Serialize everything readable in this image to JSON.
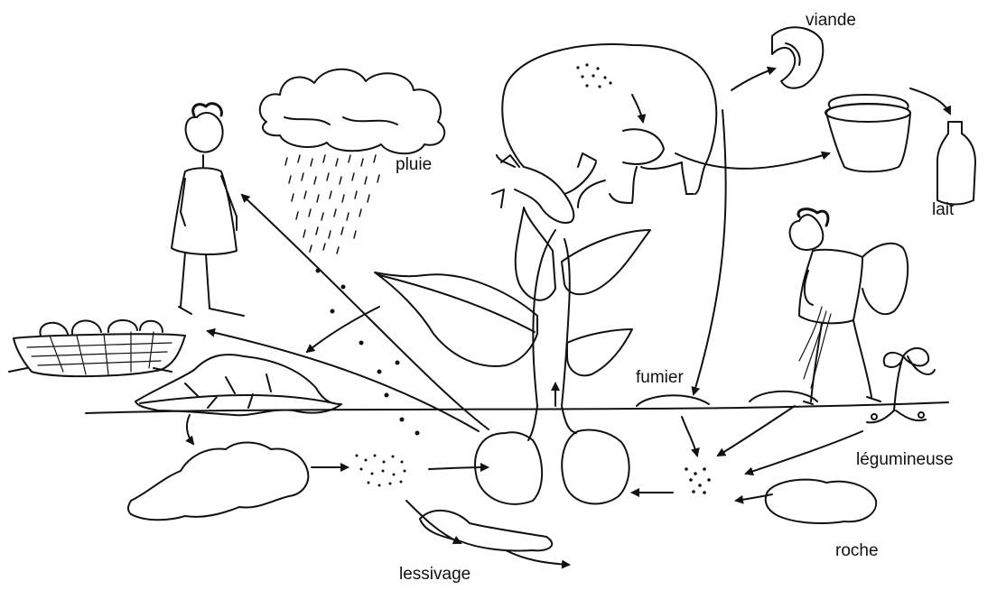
{
  "labels": {
    "viande": "viande",
    "pluie": "pluie",
    "lait": "lait",
    "fumier": "fumier",
    "legumineuse": "légumineuse",
    "roche": "roche",
    "lessivage": "lessivage"
  },
  "icons": {
    "person": "woman-icon",
    "cloud": "rain-cloud-icon",
    "cow": "cow-icon",
    "meat": "meat-icon",
    "bucket": "bucket-icon",
    "bottle": "milk-bottle-icon",
    "farmer": "farmer-icon",
    "plant": "plant-icon",
    "basket": "basket-icon",
    "legume": "legume-plant-icon",
    "rock": "rock-icon"
  },
  "colors": {
    "ink": "#111111",
    "background": "#ffffff"
  }
}
